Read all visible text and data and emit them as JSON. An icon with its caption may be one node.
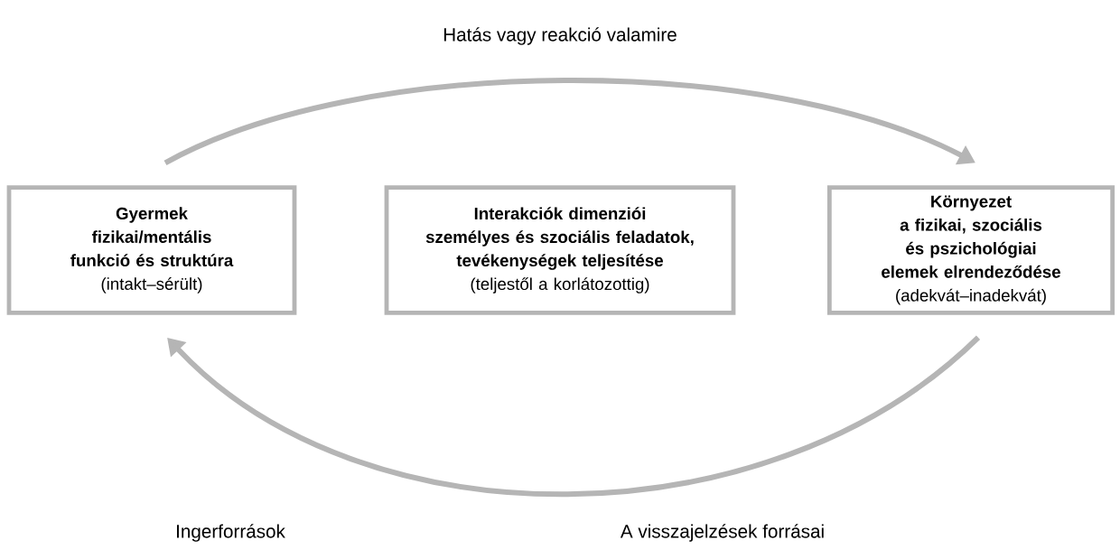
{
  "diagram": {
    "nodes": [
      {
        "text": [
          "Gyermek",
          "fizikai/mentális funkció és struktúra",
          "(intakt–sérült)"
        ]
      },
      {
        "text": [
          "Interakciók dimenziói",
          "személyes és szociális feladatok, tevékenységek teljesítése",
          "(teljestől a korlátozottig)"
        ]
      },
      {
        "text": [
          "Környezet",
          "a fizikai, szociális és pszichológiai elemek elrendeződése",
          "(adekvát–inadekvát)"
        ]
      }
    ],
    "edges": [
      {
        "from": 0,
        "to": 2,
        "arrow": "to",
        "label": "Hatás vagy reakció valamire"
      },
      {
        "from": 2,
        "to": 0,
        "arrow": "to"
      }
    ],
    "labels": [
      "Ingerforrások",
      "A visszajelzések forrásai"
    ]
  }
}
